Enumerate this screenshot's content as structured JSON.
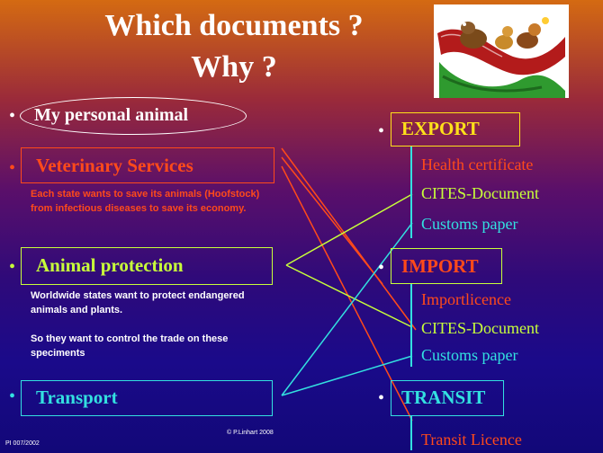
{
  "title": {
    "line1": "Which documents ?",
    "line2": "Why ?"
  },
  "left": {
    "personal": {
      "bullet": "•",
      "label": "My personal animal"
    },
    "veterinary": {
      "bullet": "•",
      "label": "Veterinary Services",
      "desc": "Each state wants to save its animals (Hoofstock) from infectious diseases to save its economy."
    },
    "protection": {
      "bullet": "•",
      "label": "Animal protection",
      "desc1": "Worldwide states want to protect endangered animals and plants.",
      "desc2": "So they want to control the trade on these speciments"
    },
    "transport": {
      "bullet": "•",
      "label": "Transport"
    }
  },
  "right": {
    "export": {
      "bullet": "•",
      "label": "EXPORT",
      "items": [
        "Health certificate",
        "CITES-Document",
        "Customs paper"
      ]
    },
    "import": {
      "bullet": "•",
      "label": "IMPORT",
      "items": [
        "Importlicence",
        "CITES-Document",
        "Customs paper"
      ]
    },
    "transit": {
      "bullet": "•",
      "label": "TRANSIT",
      "items": [
        "Transit Licence"
      ]
    }
  },
  "footer": {
    "date": "PI 007/2002",
    "copyright": "© P.Linhart 2008"
  },
  "image": {
    "icon": "cartoon-animals-clipart"
  },
  "colors": {
    "veterinary": "#ff4a1a",
    "protection": "#c8ff3a",
    "transport": "#33e0e0",
    "export_box": "#ffe11a",
    "health": "#ff4a1a",
    "cites": "#c8ff3a",
    "customs": "#33e0e0"
  }
}
